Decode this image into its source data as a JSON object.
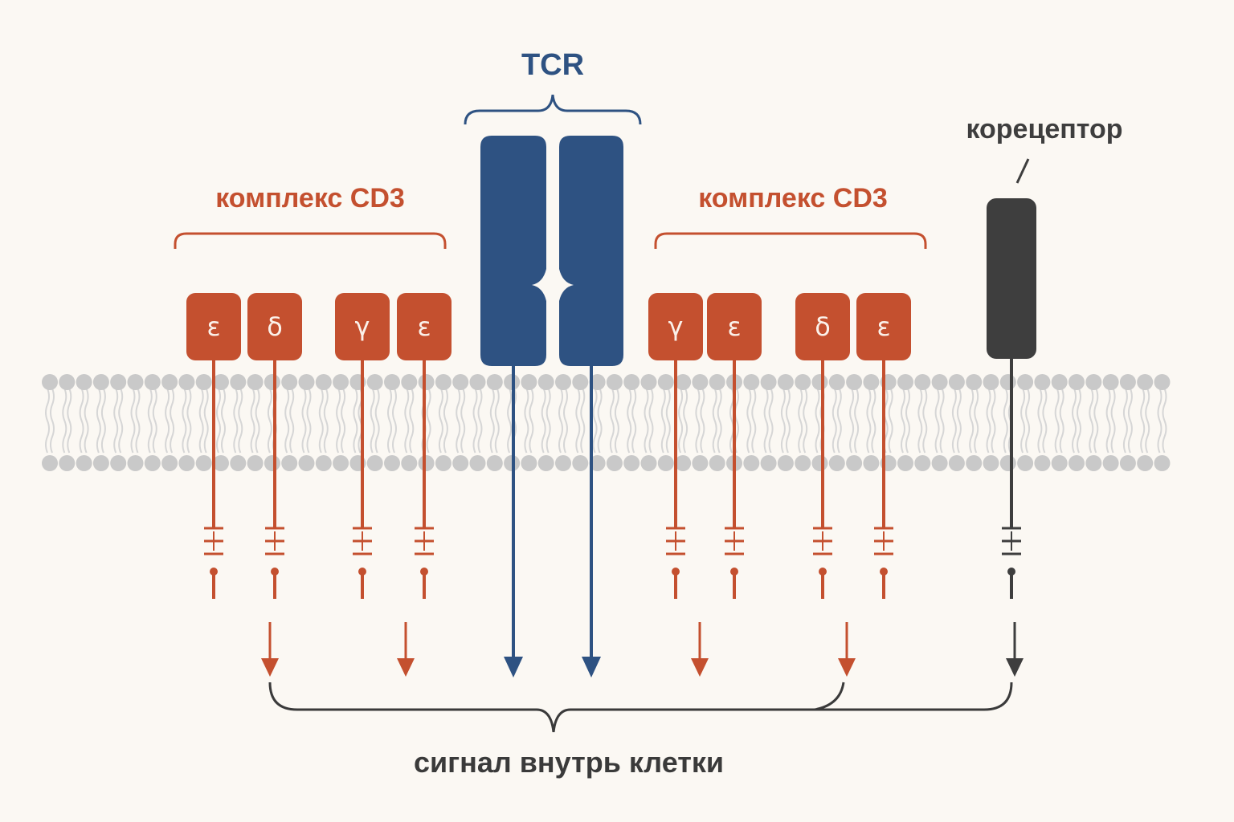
{
  "labels": {
    "tcr": "TCR",
    "cd3_left": "комплекс CD3",
    "cd3_right": "комплекс CD3",
    "coreceptor": "корецептор",
    "signal": "сигнал внутрь клетки"
  },
  "cd3_subunits_left": [
    "ε",
    "δ",
    "γ",
    "ε"
  ],
  "cd3_subunits_right": [
    "γ",
    "ε",
    "δ",
    "ε"
  ],
  "colors": {
    "cd3": "#c4502f",
    "tcr": "#2e5282",
    "coreceptor": "#3e3e3e",
    "membrane_head": "#c9c9c9",
    "membrane_tail": "#d6d6d6",
    "background": "#fbf8f3"
  }
}
